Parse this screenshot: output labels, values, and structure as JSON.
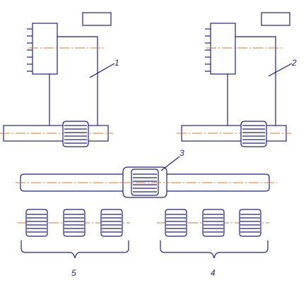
{
  "labels": {
    "l1": "1",
    "l2": "2",
    "l3": "3",
    "l4": "4",
    "l5": "5"
  },
  "colors": {
    "line": "#1e1e8c",
    "axis": "#e07a1f",
    "background": "#ffffff"
  }
}
